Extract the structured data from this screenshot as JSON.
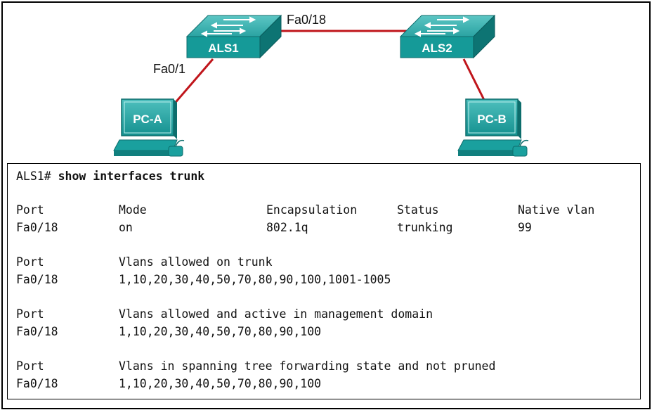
{
  "topology": {
    "switch1": "ALS1",
    "switch2": "ALS2",
    "pc_a": "PC-A",
    "pc_b": "PC-B",
    "link_trunk_label": "Fa0/18",
    "link_pca_label": "Fa0/1",
    "link_color": "#c0151b",
    "device_color": "#1a9a9a"
  },
  "terminal": {
    "prompt": "ALS1#",
    "command": "show interfaces trunk",
    "section1": {
      "headers": [
        "Port",
        "Mode",
        "Encapsulation",
        "Status",
        "Native vlan"
      ],
      "row": [
        "Fa0/18",
        "on",
        "802.1q",
        "trunking",
        "99"
      ]
    },
    "section2": {
      "header_port": "Port",
      "header_desc": "Vlans allowed on trunk",
      "port": "Fa0/18",
      "vlans": "1,10,20,30,40,50,70,80,90,100,1001-1005"
    },
    "section3": {
      "header_port": "Port",
      "header_desc": "Vlans allowed and active in management domain",
      "port": "Fa0/18",
      "vlans": "1,10,20,30,40,50,70,80,90,100"
    },
    "section4": {
      "header_port": "Port",
      "header_desc": "Vlans in spanning tree forwarding state and not pruned",
      "port": "Fa0/18",
      "vlans": "1,10,20,30,40,50,70,80,90,100"
    }
  }
}
